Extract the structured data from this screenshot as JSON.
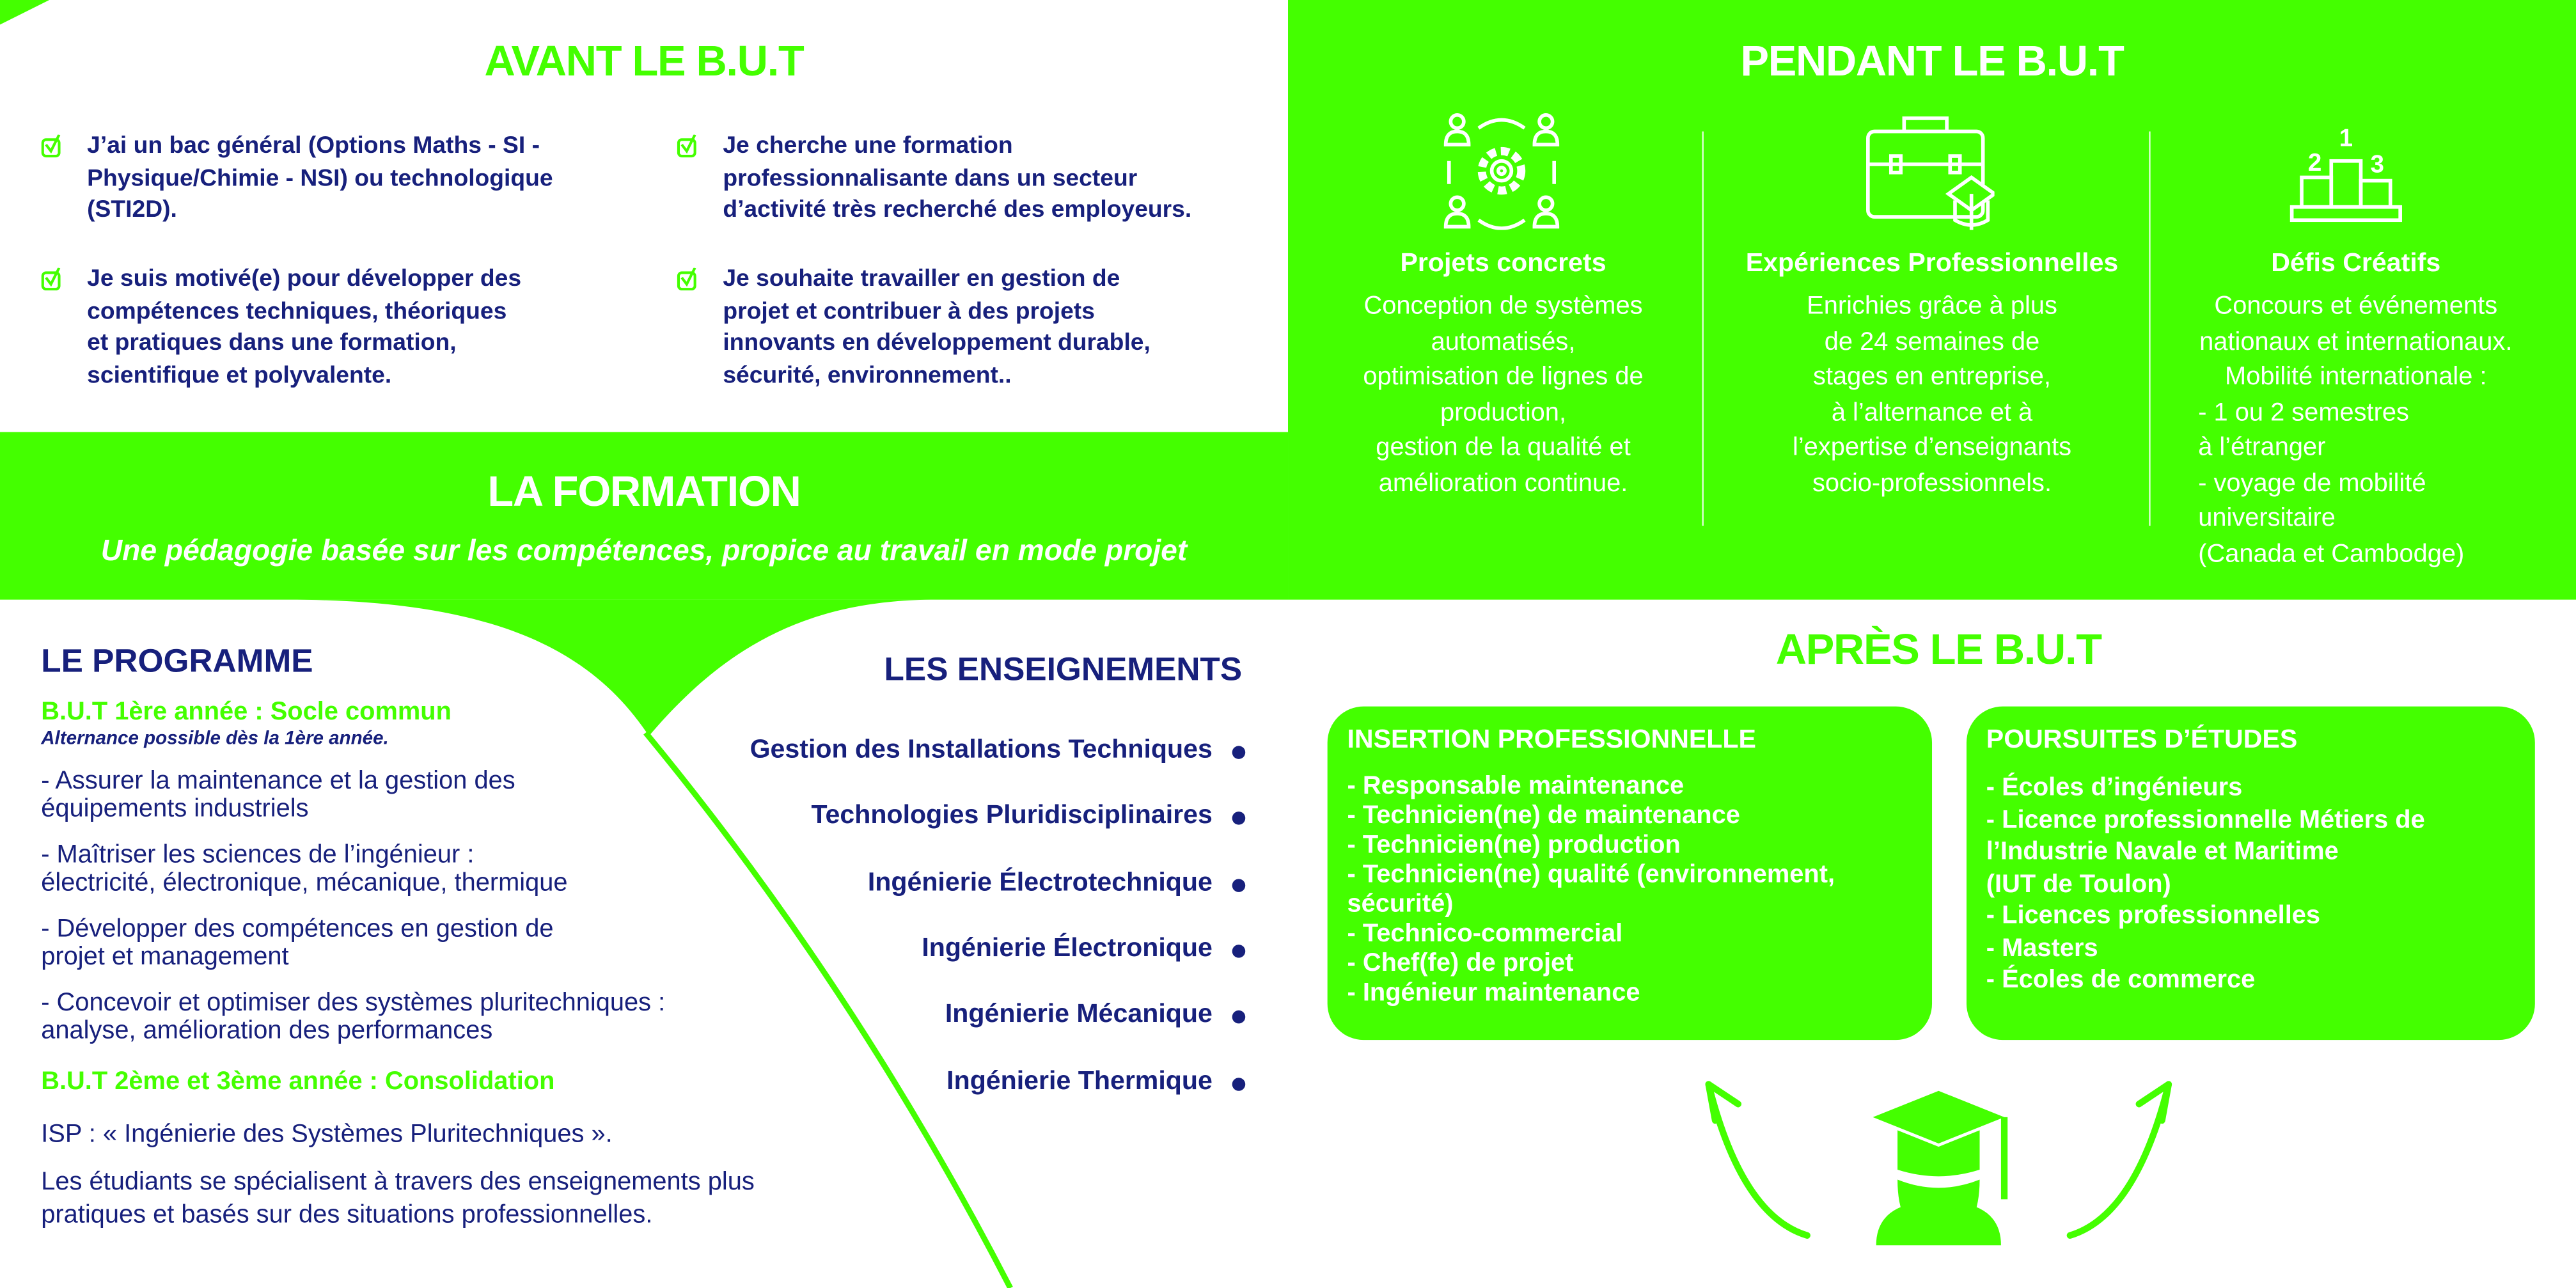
{
  "colors": {
    "green": "#44ff00",
    "navy": "#17207c",
    "white": "#ffffff"
  },
  "avant": {
    "title": "AVANT LE B.U.T",
    "items": [
      {
        "lines": [
          "J’ai un bac général (Options Maths - SI -",
          "Physique/Chimie - NSI) ou technologique",
          "(STI2D)."
        ],
        "icon": "checkbox-icon"
      },
      {
        "lines": [
          "Je cherche une formation",
          "professionnalisante dans un secteur",
          "d’activité très recherché des employeurs."
        ],
        "icon": "checkbox-icon"
      },
      {
        "lines": [
          "Je suis motivé(e) pour développer des",
          "compétences techniques, théoriques",
          "et pratiques dans une formation,",
          "scientifique et polyvalente."
        ],
        "icon": "checkbox-icon"
      },
      {
        "lines": [
          "Je souhaite travailler en gestion de",
          "projet et contribuer à des projets",
          "innovants en développement durable,",
          "sécurité, environnement.."
        ],
        "icon": "checkbox-icon"
      }
    ]
  },
  "formation": {
    "title": "LA FORMATION",
    "subtitle": "Une pédagogie basée sur les compétences, propice au travail en mode projet"
  },
  "pendant": {
    "title": "PENDANT LE B.U.T",
    "columns": [
      {
        "icon": "team-gear-icon",
        "title": "Projets concrets",
        "lines": [
          "Conception de systèmes",
          "automatisés,",
          "optimisation de lignes de",
          "production,",
          "gestion de la qualité et",
          "amélioration continue."
        ]
      },
      {
        "icon": "briefcase-graduation-icon",
        "title": "Expériences Professionnelles",
        "lines": [
          "Enrichies grâce à plus",
          "de 24 semaines de",
          "stages en entreprise,",
          "à l’alternance et à",
          "l’expertise d’enseignants",
          "socio-professionnels."
        ]
      },
      {
        "icon": "podium-icon",
        "title": "Défis Créatifs",
        "lines": [
          "Concours et événements",
          "nationaux et internationaux.",
          "Mobilité internationale :"
        ],
        "sublines": [
          "- 1 ou 2 semestres",
          "à l’étranger",
          "- voyage de mobilité",
          "universitaire",
          "(Canada et Cambodge)"
        ],
        "podium": [
          "1",
          "2",
          "3"
        ]
      }
    ]
  },
  "programme": {
    "title": "LE PROGRAMME",
    "year1": "B.U.T  1ère  année : Socle commun",
    "alternance": "Alternance possible dès la 1ère année.",
    "items": [
      [
        "- Assurer la maintenance et la gestion des",
        "équipements industriels"
      ],
      [
        "- Maîtriser les sciences de l’ingénieur :",
        "électricité, électronique, mécanique, thermique"
      ],
      [
        "- Développer des compétences en gestion de",
        "projet et management"
      ],
      [
        "- Concevoir et optimiser des systèmes pluritechniques :",
        "analyse, amélioration des performances"
      ]
    ],
    "year23": "B.U.T  2ème et 3ème année : Consolidation",
    "isp": "ISP : « Ingénierie des Systèmes Pluritechniques ».",
    "specialise": [
      "Les étudiants se spécialisent à travers des enseignements plus",
      "pratiques et basés sur des situations professionnelles."
    ]
  },
  "enseignements": {
    "title": "LES ENSEIGNEMENTS",
    "items": [
      "Gestion des Installations Techniques",
      "Technologies Pluridisciplinaires",
      "Ingénierie Électrotechnique",
      "Ingénierie Électronique",
      "Ingénierie Mécanique",
      "Ingénierie Thermique"
    ]
  },
  "apres": {
    "title": "APRÈS LE B.U.T",
    "insertion": {
      "title": "INSERTION PROFESSIONNELLE",
      "items": [
        "- Responsable maintenance",
        "- Technicien(ne) de maintenance",
        "- Technicien(ne) production",
        "- Technicien(ne) qualité (environnement,",
        "sécurité)",
        "- Technico-commercial",
        "- Chef(fe) de projet",
        "- Ingénieur maintenance"
      ]
    },
    "poursuites": {
      "title": "POURSUITES D’ÉTUDES",
      "items": [
        "- Écoles d’ingénieurs",
        "- Licence professionnelle Métiers de",
        "l’Industrie Navale et Maritime",
        "(IUT de Toulon)",
        "- Licences professionnelles",
        "- Masters",
        "- Écoles de commerce"
      ]
    }
  }
}
